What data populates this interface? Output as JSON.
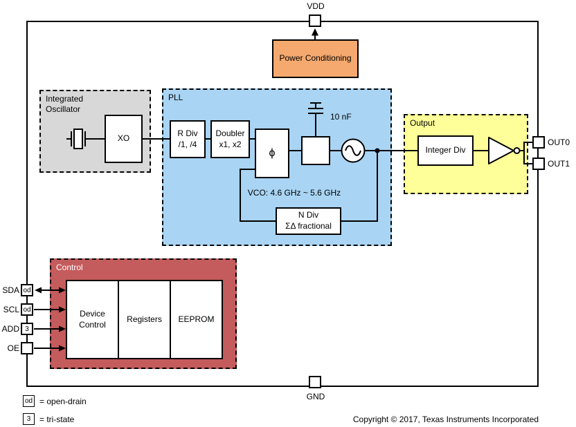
{
  "pins": {
    "vdd": {
      "label": "VDD"
    },
    "gnd": {
      "label": "GND"
    },
    "out0": {
      "label": "OUT0"
    },
    "out1": {
      "label": "OUT1"
    },
    "sda": {
      "label": "SDA",
      "type": "od"
    },
    "scl": {
      "label": "SCL",
      "type": "od"
    },
    "add": {
      "label": "ADD",
      "type": "3"
    },
    "oe": {
      "label": "OE"
    }
  },
  "blocks": {
    "power_conditioning": {
      "label": "Power Conditioning"
    },
    "integrated_oscillator": {
      "label": "Integrated Oscillator",
      "xo": "XO"
    },
    "pll": {
      "label": "PLL",
      "r_div": {
        "line1": "R Div",
        "line2": "/1, /4"
      },
      "doubler": {
        "line1": "Doubler",
        "line2": "x1, x2"
      },
      "phase_detector": "ϕ",
      "cap_value": "10 nF",
      "vco_range": "VCO: 4.6 GHz ~ 5.6 GHz",
      "n_div": {
        "line1": "N Div",
        "line2": "ΣΔ fractional"
      }
    },
    "output": {
      "label": "Output",
      "integer_div": "Integer Div"
    },
    "control": {
      "label": "Control",
      "device_control": "Device Control",
      "registers": "Registers",
      "eeprom": "EEPROM"
    }
  },
  "legend": {
    "od": {
      "symbol": "od",
      "text": "= open-drain"
    },
    "tri_state": {
      "symbol": "3",
      "text": "= tri-state"
    }
  },
  "footer": {
    "copyright": "Copyright © 2017, Texas Instruments Incorporated"
  },
  "colors": {
    "power_conditioning": "#F5A96E",
    "integrated_oscillator": "#D8D8D8",
    "pll": "#A9D4F3",
    "output": "#FFFF99",
    "control": "#C45B5C",
    "wire": "#000000"
  }
}
